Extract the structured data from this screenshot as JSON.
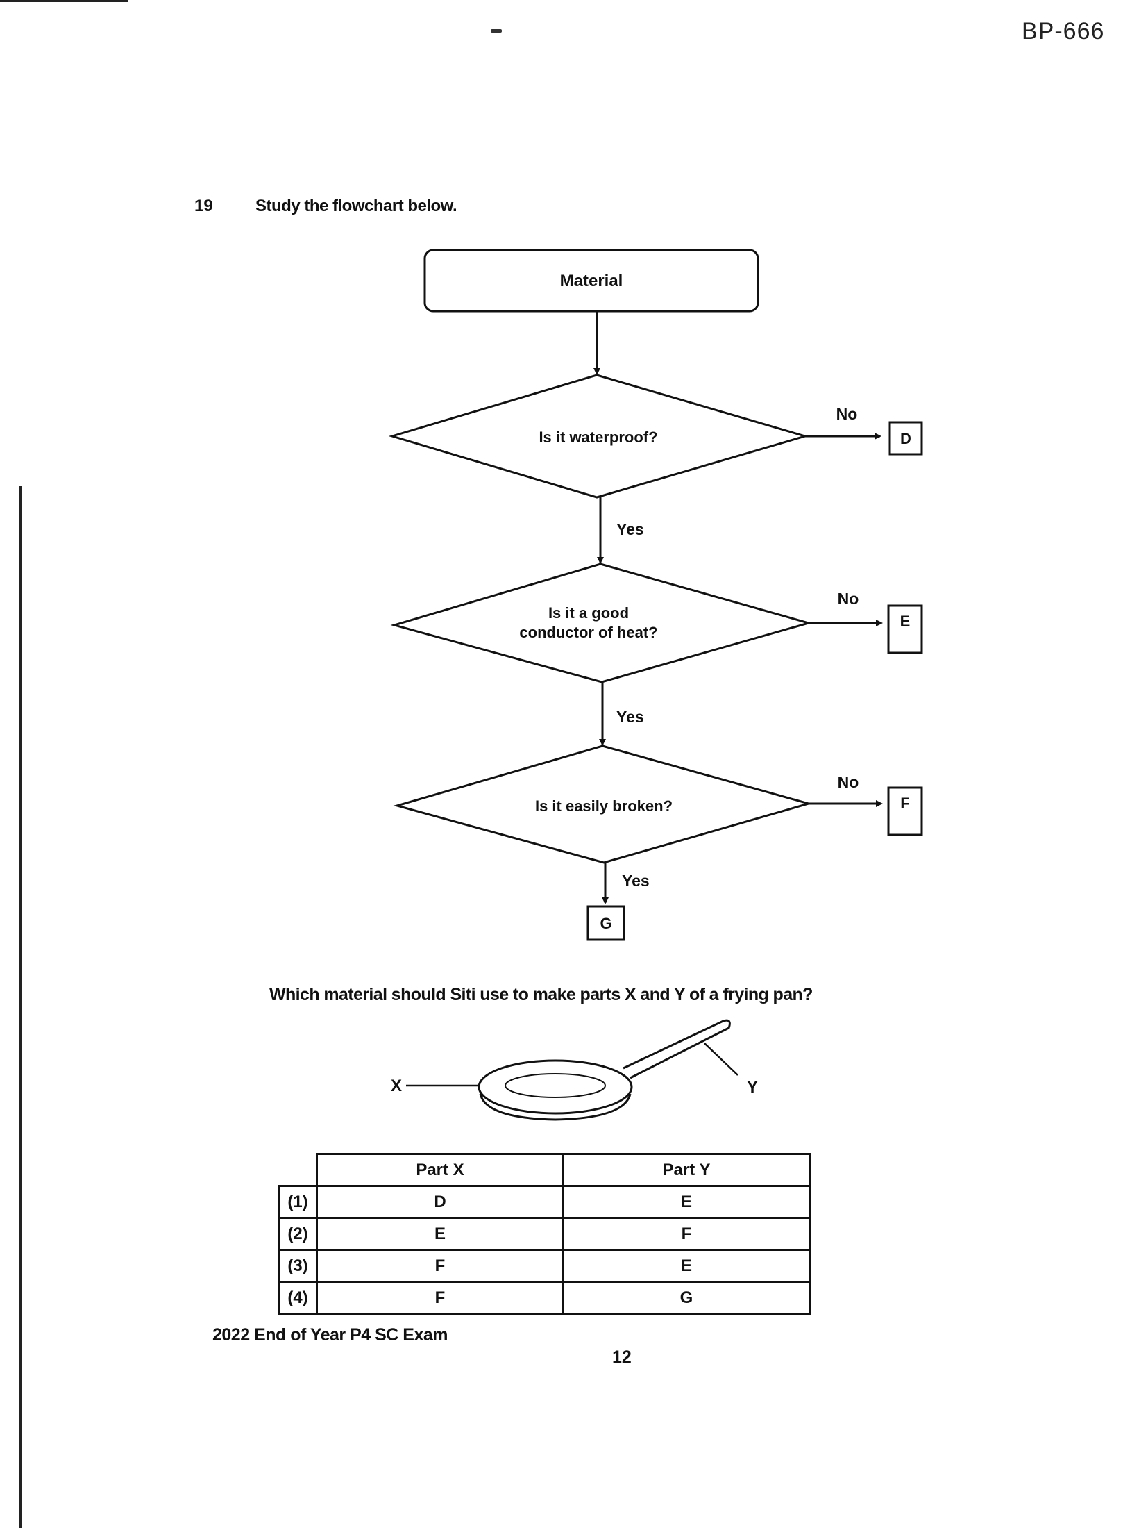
{
  "header": {
    "ref_code": "BP-666"
  },
  "question": {
    "number": "19",
    "prompt": "Study the flowchart below.",
    "ask": "Which material should Siti use to make parts X and Y of a frying pan?"
  },
  "flowchart": {
    "start": "Material",
    "decisions": [
      {
        "lines": [
          "Is it waterproof?"
        ],
        "no_outcome": "D"
      },
      {
        "lines": [
          "Is it a good",
          "conductor of heat?"
        ],
        "no_outcome": "E"
      },
      {
        "lines": [
          "Is it easily broken?"
        ],
        "no_outcome": "F"
      }
    ],
    "yes_label": "Yes",
    "no_label": "No",
    "final_outcome": "G"
  },
  "pan": {
    "label_x": "X",
    "label_y": "Y"
  },
  "options": {
    "headers": [
      "Part X",
      "Part Y"
    ],
    "rows": [
      {
        "index": "(1)",
        "x": "D",
        "y": "E"
      },
      {
        "index": "(2)",
        "x": "E",
        "y": "F"
      },
      {
        "index": "(3)",
        "x": "F",
        "y": "E"
      },
      {
        "index": "(4)",
        "x": "F",
        "y": "G"
      }
    ]
  },
  "footer": {
    "exam": "2022 End of Year P4 SC Exam",
    "page": "12"
  }
}
